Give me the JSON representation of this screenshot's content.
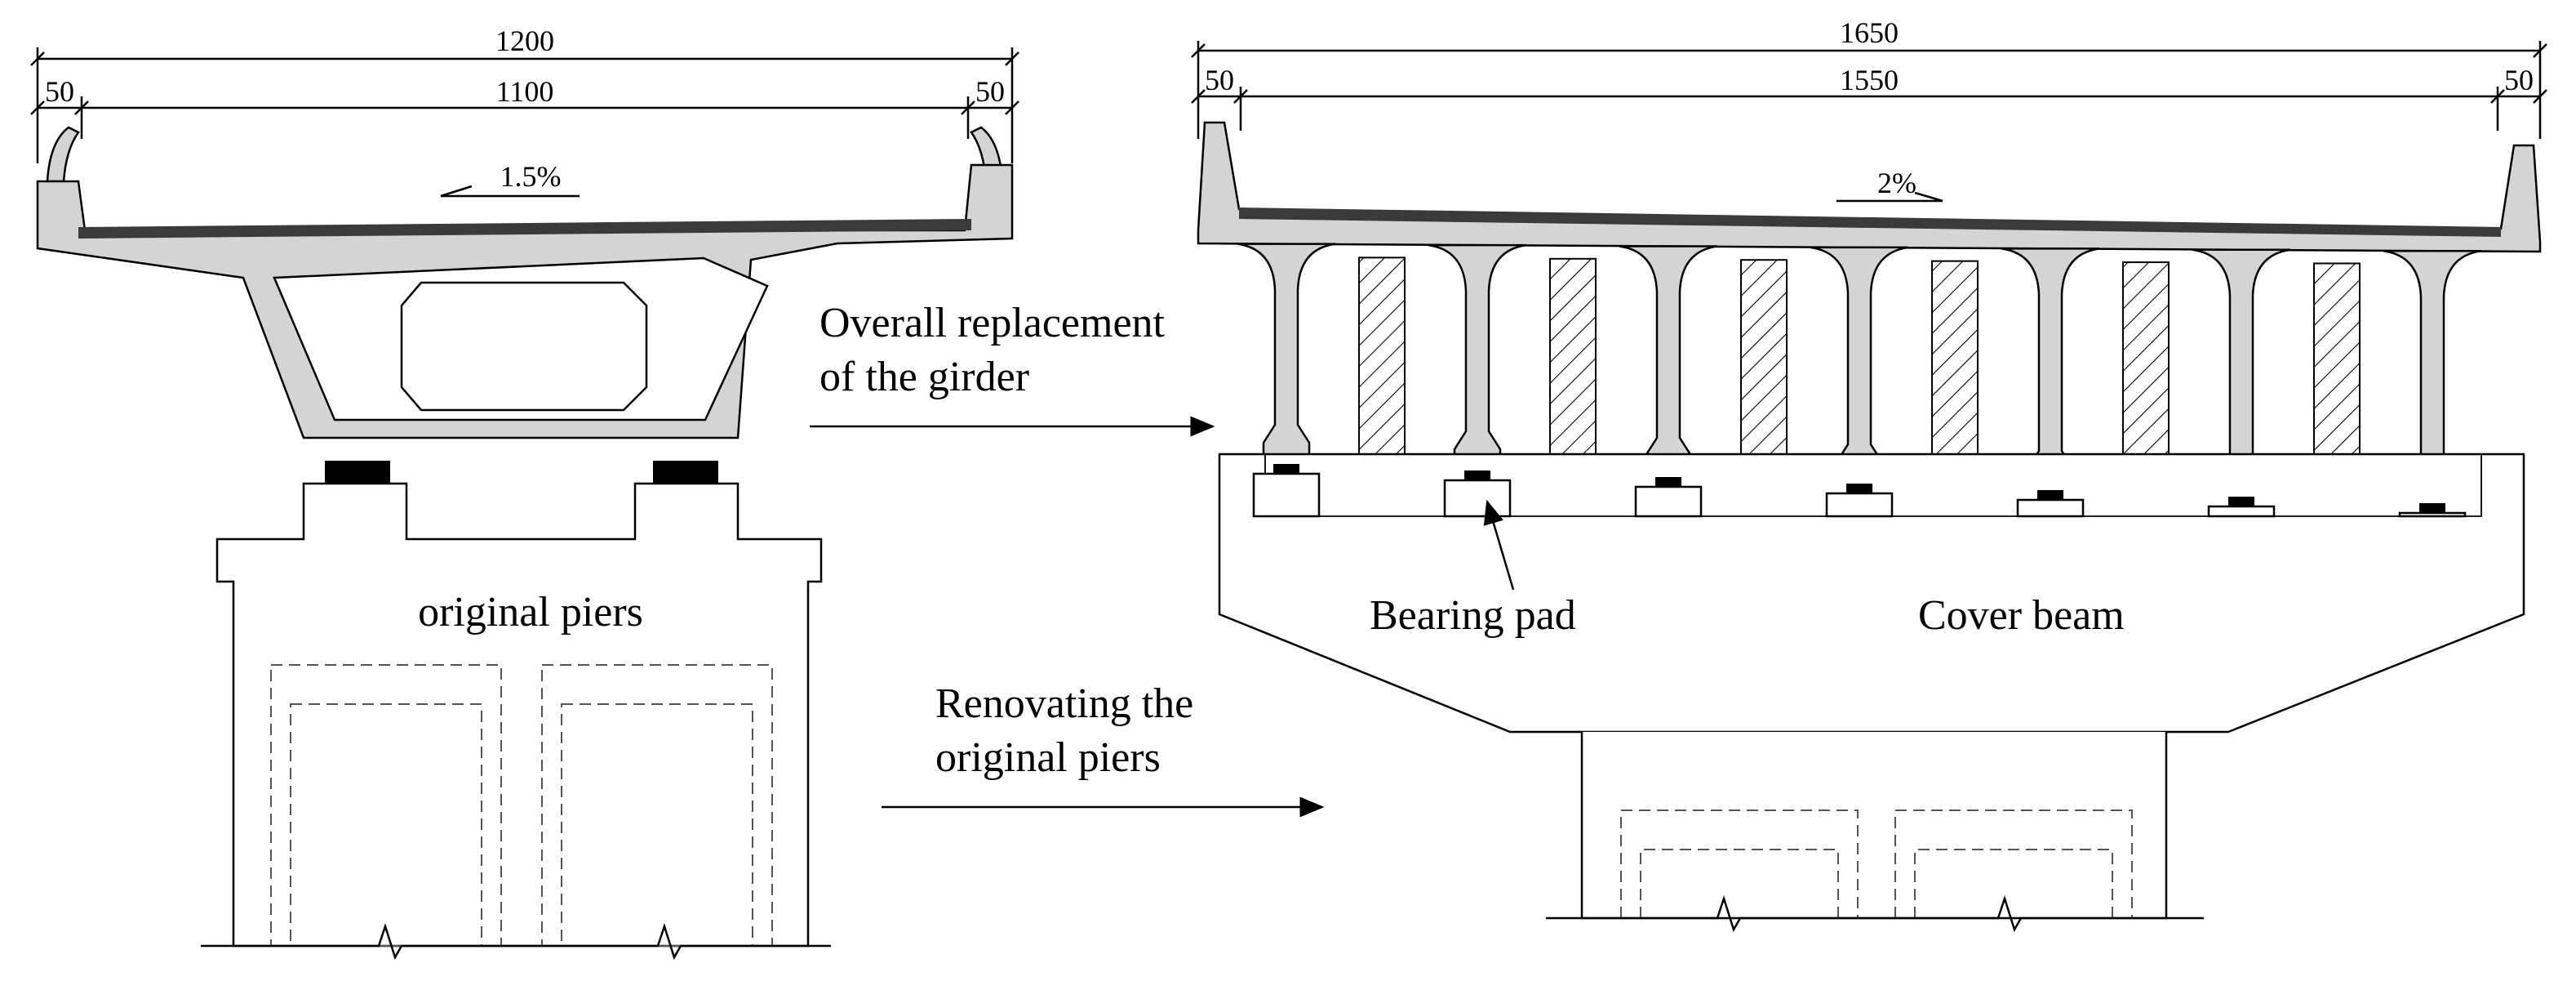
{
  "left_section": {
    "total_width": "1200",
    "inner_width": "1100",
    "edge_left": "50",
    "edge_right": "50",
    "slope": "1.5%",
    "pier_label": "original piers"
  },
  "right_section": {
    "total_width": "1650",
    "inner_width": "1550",
    "edge_left": "50",
    "edge_right": "50",
    "slope": "2%",
    "bearing_label": "Bearing pad",
    "cover_beam_label": "Cover beam"
  },
  "annotations": {
    "girder_line1": "Overall replacement",
    "girder_line2": "of the girder",
    "pier_line1": "Renovating the",
    "pier_line2": "original piers"
  }
}
